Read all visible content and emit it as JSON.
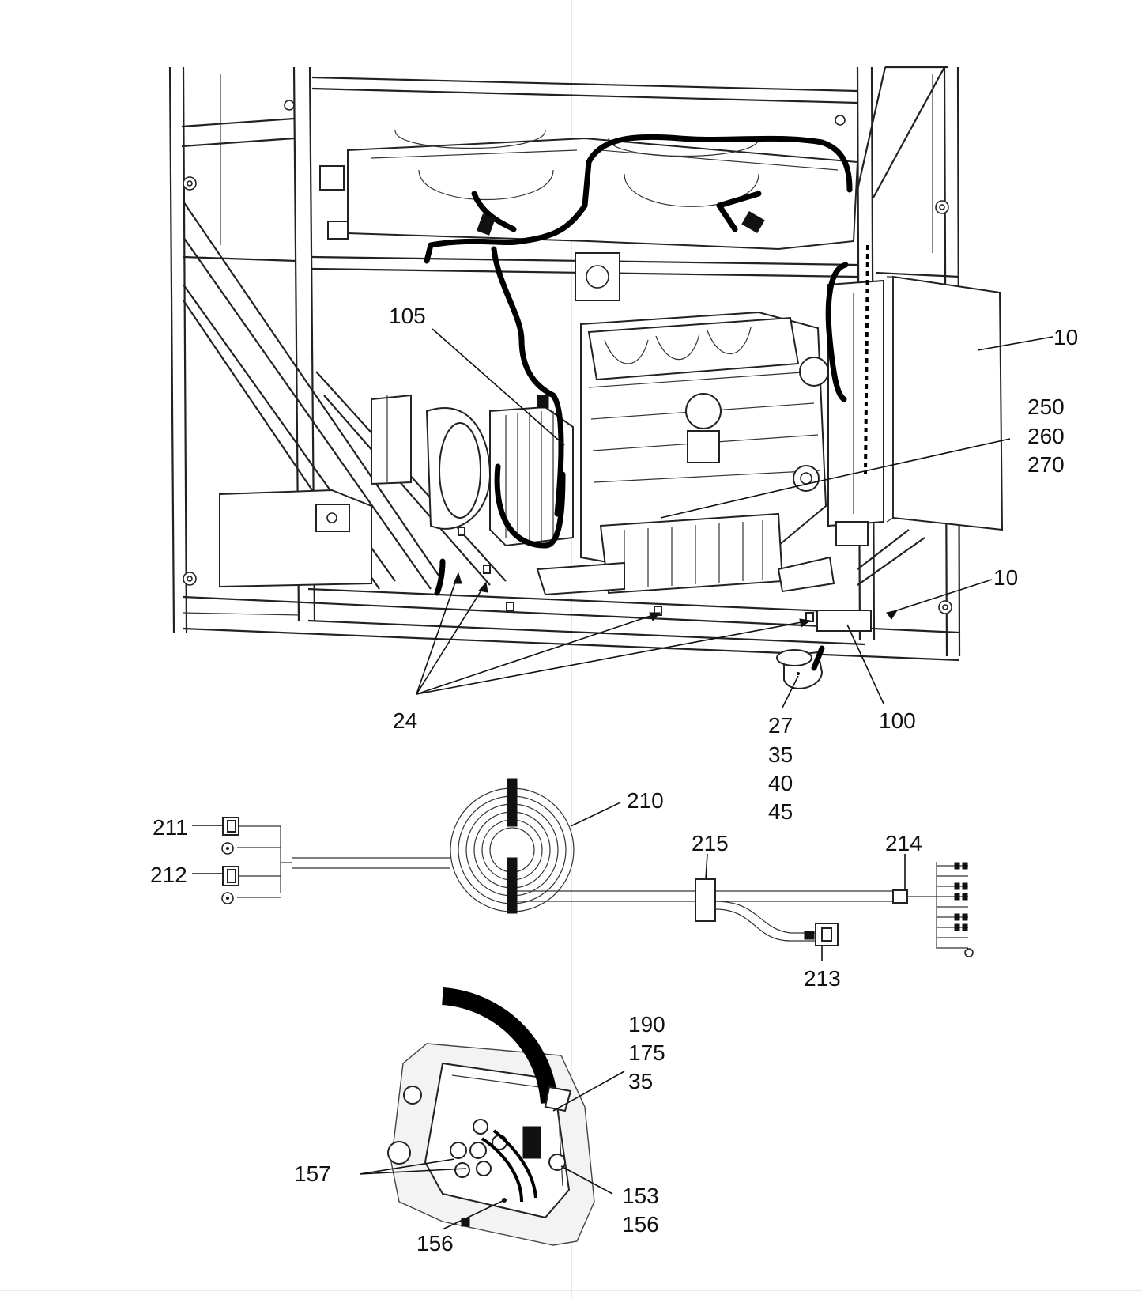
{
  "callouts": {
    "c10a": "10",
    "c105": "105",
    "c250": "250",
    "c260": "260",
    "c270": "270",
    "c10b": "10",
    "c24": "24",
    "c27": "27",
    "c35a": "35",
    "c40": "40",
    "c45": "45",
    "c100": "100",
    "c210": "210",
    "c211": "211",
    "c212": "212",
    "c215": "215",
    "c214": "214",
    "c213": "213",
    "c190": "190",
    "c175": "175",
    "c35b": "35",
    "c157": "157",
    "c153": "153",
    "c156a": "156",
    "c156b": "156"
  },
  "colors": {
    "line": "#111111",
    "background": "#ffffff"
  }
}
